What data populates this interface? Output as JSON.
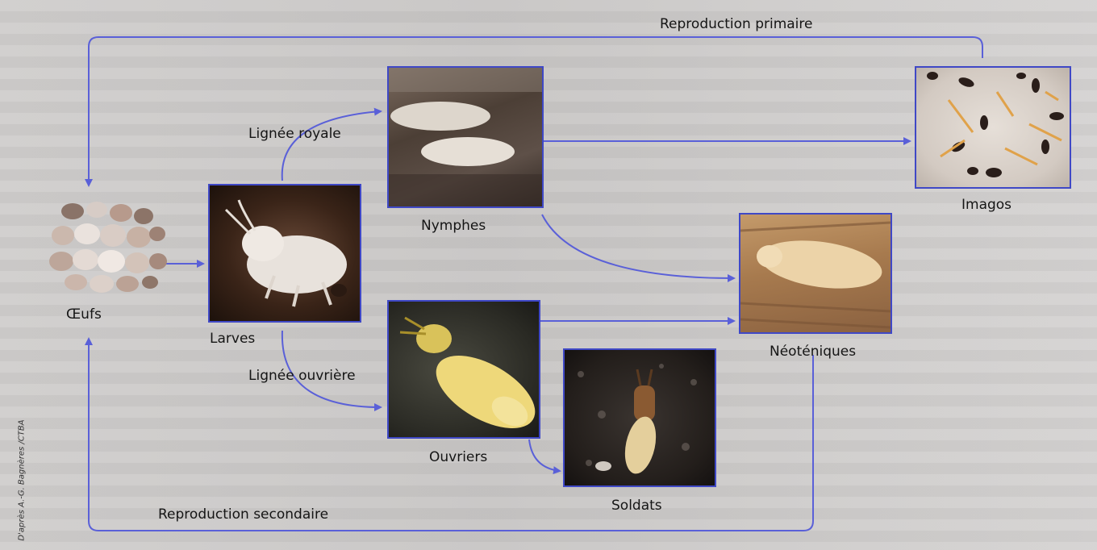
{
  "labels": {
    "reproduction_primaire": "Reproduction primaire",
    "reproduction_secondaire": "Reproduction secondaire",
    "lignee_royale": "Lignée royale",
    "lignee_ouvriere": "Lignée ouvrière",
    "oeufs": "Œufs",
    "larves": "Larves",
    "nymphes": "Nymphes",
    "ouvriers": "Ouvriers",
    "soldats": "Soldats",
    "neoteniques": "Néoténiques",
    "imagos": "Imagos"
  },
  "credit": "D'après A.-G. Bagnères /CTBA",
  "colors": {
    "arrow": "#5a60d8",
    "frame": "#3f48c6",
    "background": "#c9c7c6"
  }
}
